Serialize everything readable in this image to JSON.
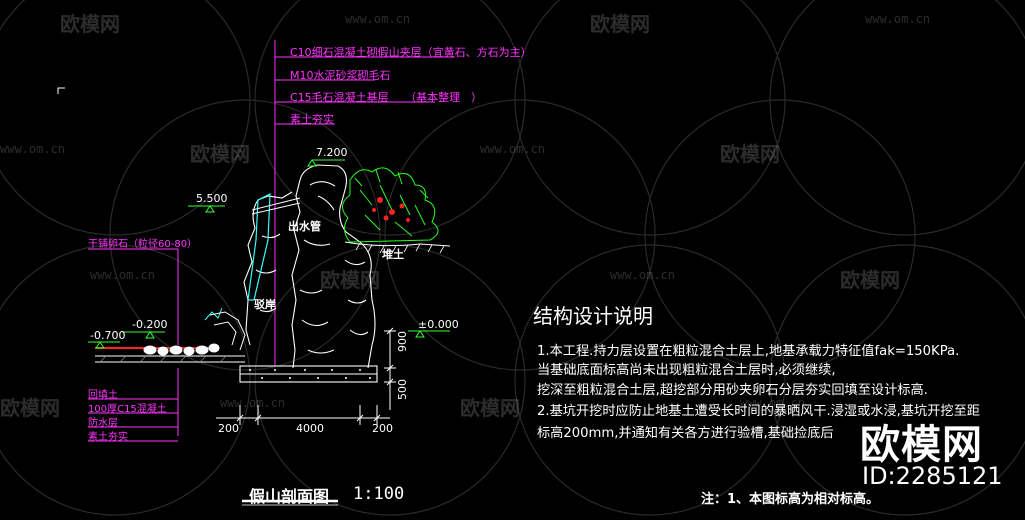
{
  "drawing": {
    "title": "假山剖面图",
    "scale": "1:100"
  },
  "callouts_top": [
    "C10细石混凝土砌假山夹层（宜黄石、方石为主）",
    "M10水泥砂浆砌毛石",
    "C15毛石混凝土基层　　（基本整理　）",
    "素土夯实"
  ],
  "callouts_left": [
    "干铺卵石（粒径60-80）"
  ],
  "callouts_bottom": [
    "回填土",
    "100厚C15混凝土",
    "防水层",
    "素土夯实"
  ],
  "labels": {
    "outlet": "出水管",
    "mound": "堆土",
    "bank": "驳岸"
  },
  "elevations": {
    "top": "7.200",
    "spout": "5.500",
    "water": "-0.200",
    "bottom": "-0.700",
    "ground": "±0.000"
  },
  "dimensions": {
    "left": "200",
    "middle": "4000",
    "right": "200",
    "v_upper": "900",
    "v_lower": "500"
  },
  "notes": {
    "heading": "结构设计说明",
    "lines": [
      "1.本工程.持力层设置在粗粒混合土层上,地基承载力特征值fak=150KPa.",
      "当基础底面标高尚未出现粗粒混合土层时,必须继续,",
      "挖深至粗粒混合土层,超挖部分用砂夹卵石分层夯实回填至设计标高.",
      "2.基坑开挖时应防止地基土遭受长时间的暴晒风干.浸湿或水浸,基坑开挖至距",
      "标高200mm,并通知有关各方进行验槽,基础捡底后"
    ],
    "footnote": "注：1、本图标高为相对标高。"
  },
  "brand": {
    "name": "欧模网",
    "id": "ID:2285121"
  },
  "watermark": {
    "text": "欧模网",
    "url": "www.om.cn"
  },
  "colors": {
    "background": "#000000",
    "leader": "#ff33ff",
    "rock": "#ffffff",
    "elevation": "#33ff33",
    "dimension": "#ffffff",
    "water": "#33ffff",
    "pebbles": "#ff2222",
    "foliage": "#22ff22"
  }
}
